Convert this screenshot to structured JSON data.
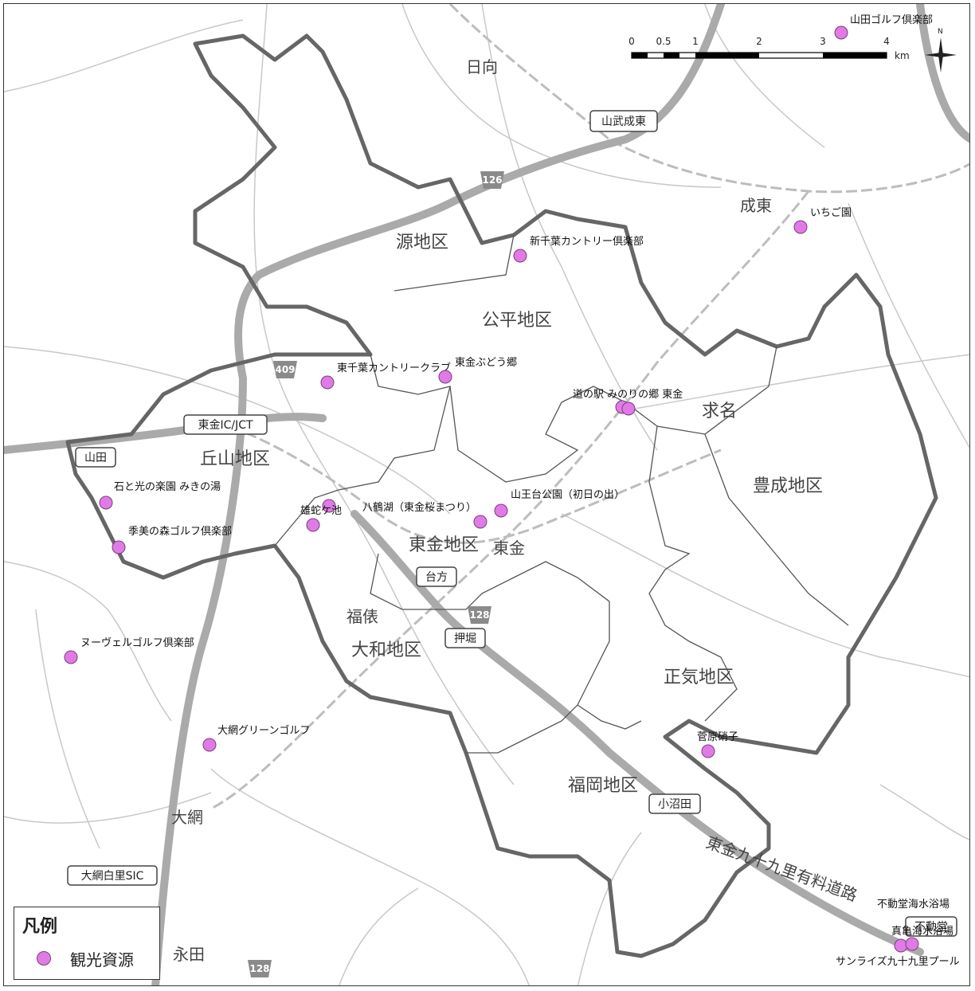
{
  "legend": {
    "title": "凡例",
    "item_label": "観光資源",
    "poi_color": "#e07be6"
  },
  "scale": {
    "ticks": [
      "0",
      "0.5",
      "1",
      "2",
      "3",
      "4"
    ],
    "unit": "km"
  },
  "compass": {
    "north": "N"
  },
  "districts": [
    "源地区",
    "公平地区",
    "丘山地区",
    "東金地区",
    "豊成地区",
    "大和地区",
    "正気地区",
    "福岡地区",
    "求名"
  ],
  "places": [
    "日向",
    "成東",
    "東金",
    "福俵",
    "大網",
    "永田"
  ],
  "interchanges": [
    "山武成東",
    "東金IC/JCT",
    "山田",
    "台方",
    "押堀",
    "小沼田",
    "大網白里SIC",
    "不動堂"
  ],
  "routes": [
    "126",
    "409",
    "128",
    "128"
  ],
  "road_name": "東金九十九里有料道路",
  "pois": [
    "山田ゴルフ倶楽部",
    "いちご園",
    "新千葉カントリー倶楽部",
    "東千葉カントリークラブ",
    "東金ぶどう郷",
    "道の駅 みのりの郷 東金",
    "石と光の楽園 みきの湯",
    "季美の森ゴルフ倶楽部",
    "雄蛇ケ池",
    "八鶴湖（東金桜まつり）",
    "山王台公園（初日の出）",
    "ヌーヴェルゴルフ倶楽部",
    "大網グリーンゴルフ",
    "菅原硝子",
    "不動堂海水浴場",
    "真亀海水浴場",
    "サンライズ九十九里プール"
  ]
}
